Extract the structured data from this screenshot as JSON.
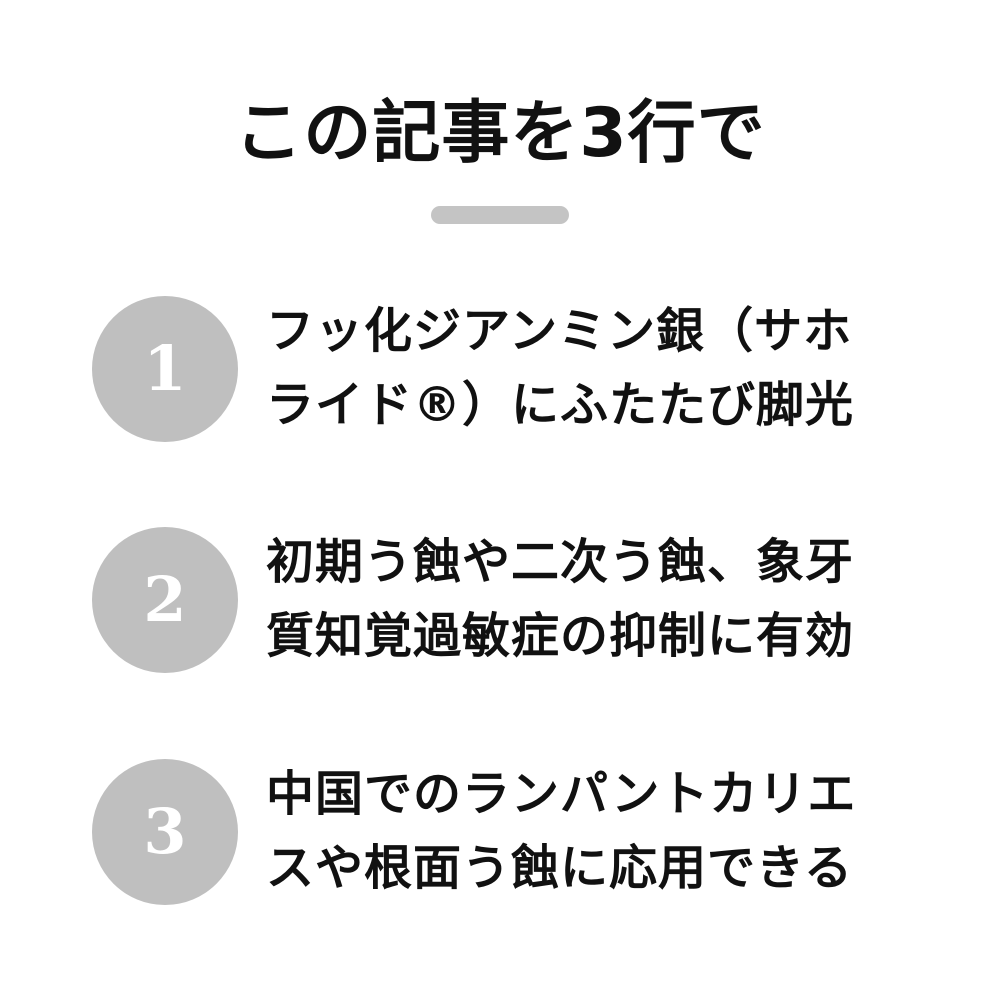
{
  "title": "この記事を3行で",
  "items": [
    {
      "number": "1",
      "lines": [
        "フッ化ジアンミン銀（サホ",
        "ライド®）にふたたび脚光"
      ]
    },
    {
      "number": "2",
      "lines": [
        "初期う蝕や二次う蝕、象牙",
        "質知覚過敏症の抑制に有効"
      ]
    },
    {
      "number": "3",
      "lines": [
        "中国でのランパントカリエ",
        "スや根面う蝕に応用できる"
      ]
    }
  ],
  "colors": {
    "text": "#111111",
    "circle": "#bfbfbf",
    "divider": "#c4c4c4",
    "background": "#ffffff"
  }
}
